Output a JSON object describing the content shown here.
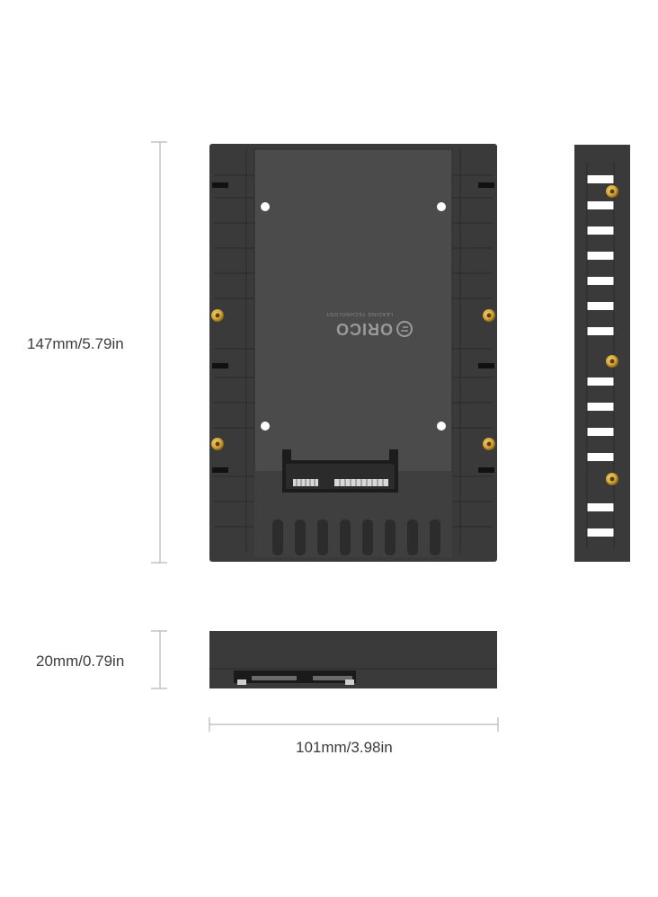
{
  "dimensions": {
    "height_label": "147mm/5.79in",
    "thickness_label": "20mm/0.79in",
    "width_label": "101mm/3.98in"
  },
  "brand": {
    "name": "ORICO",
    "tagline": "LEADING TECHNOLOGY"
  },
  "colors": {
    "body": "#3b3b3b",
    "panel": "#4a4a4a",
    "screw": "#d9a93a",
    "dimension_line": "#b8b8b8"
  }
}
